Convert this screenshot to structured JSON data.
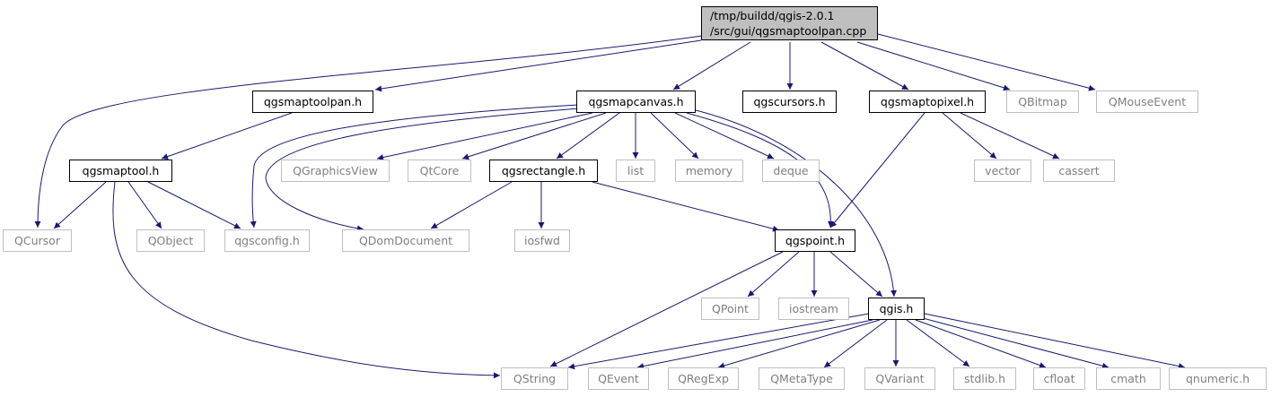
{
  "colors": {
    "edge": "#191970",
    "documented_border": "#000000",
    "external_border": "#bfbfbf",
    "external_text": "#7f7f7f",
    "root_fill": "#bfbfbf"
  },
  "root": {
    "line1": "/tmp/buildd/qgis-2.0.1",
    "line2": "/src/gui/qgsmaptoolpan.cpp"
  },
  "nodes": {
    "qgsmaptoolpan_h": "qgsmaptoolpan.h",
    "qgsmapcanvas_h": "qgsmapcanvas.h",
    "qgscursors_h": "qgscursors.h",
    "qgsmaptopixel_h": "qgsmaptopixel.h",
    "qbitmap": "QBitmap",
    "qmouseevent": "QMouseEvent",
    "qgsmaptool_h": "qgsmaptool.h",
    "qgraphicsview": "QGraphicsView",
    "qtcore": "QtCore",
    "qgsrectangle_h": "qgsrectangle.h",
    "list": "list",
    "memory": "memory",
    "deque": "deque",
    "vector": "vector",
    "cassert": "cassert",
    "qcursor": "QCursor",
    "qobject": "QObject",
    "qgsconfig_h": "qgsconfig.h",
    "qdomdocument": "QDomDocument",
    "iosfwd": "iosfwd",
    "qgspoint_h": "qgspoint.h",
    "qpoint": "QPoint",
    "iostream": "iostream",
    "qgis_h": "qgis.h",
    "qstring": "QString",
    "qevent": "QEvent",
    "qregexp": "QRegExp",
    "qmetatype": "QMetaType",
    "qvariant": "QVariant",
    "stdlib_h": "stdlib.h",
    "cfloat": "cfloat",
    "cmath": "cmath",
    "qnumeric_h": "qnumeric.h"
  }
}
